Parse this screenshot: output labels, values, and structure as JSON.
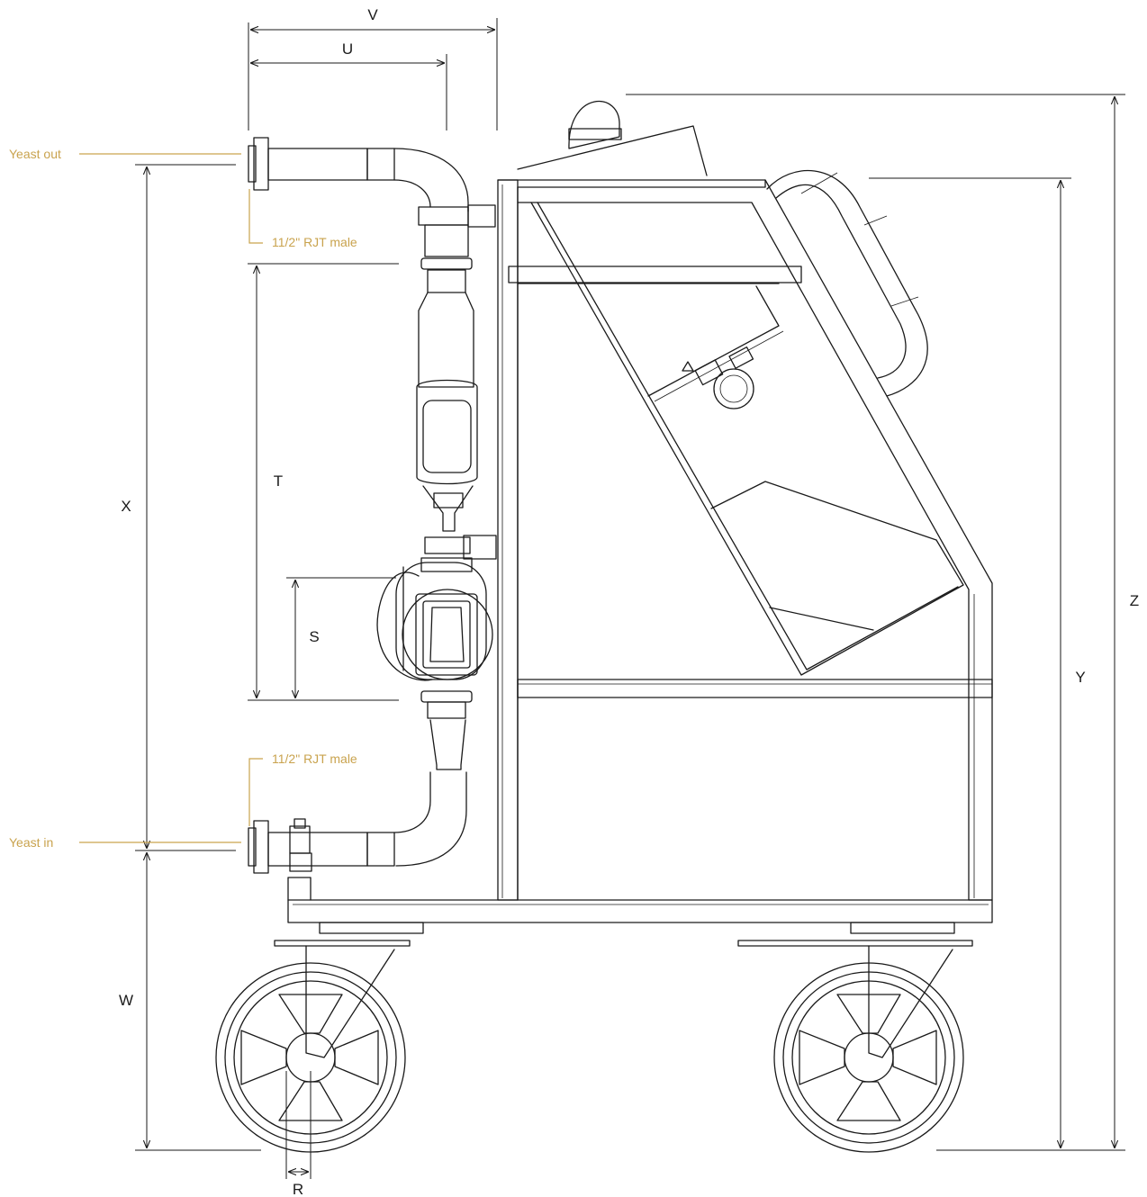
{
  "dimensions": {
    "R": "R",
    "S": "S",
    "T": "T",
    "U": "U",
    "V": "V",
    "W": "W",
    "X": "X",
    "Y": "Y",
    "Z": "Z"
  },
  "callouts": {
    "yeast_out": "Yeast out",
    "yeast_in": "Yeast in",
    "rjt_top": "11/2\" RJT male",
    "rjt_bottom": "11/2\" RJT male"
  },
  "colors": {
    "callout": "#c9a34e",
    "line": "#1a1a1a"
  }
}
